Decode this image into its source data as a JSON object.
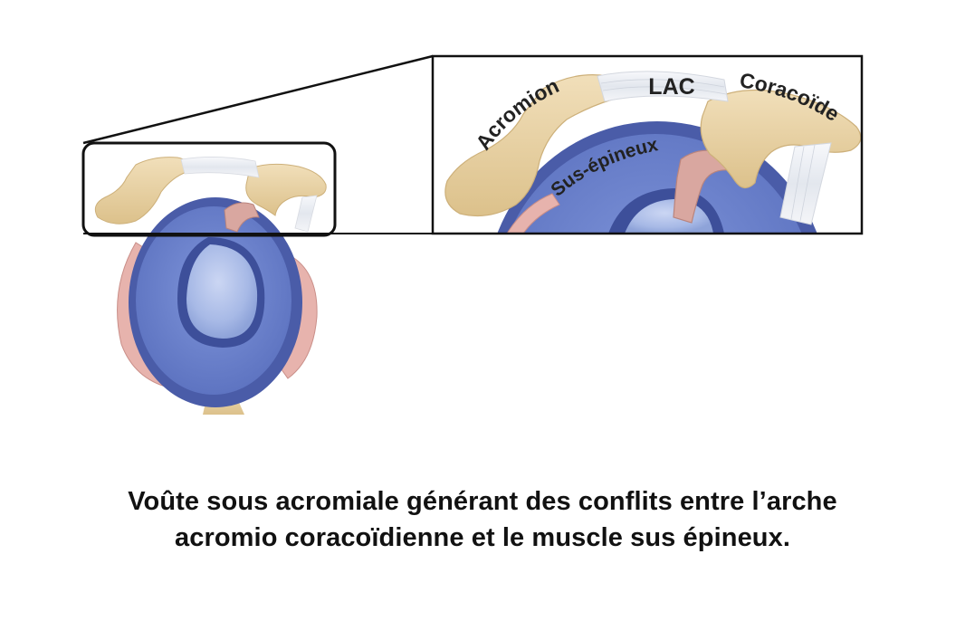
{
  "labels": {
    "acromion": "Acromion",
    "lac": "LAC",
    "coracoide": "Coracoïde",
    "sus_epineux": "Sus-épineux"
  },
  "caption": {
    "line1": "Voûte sous acromiale générant des conflits entre l’arche",
    "line2": "acromio coracoïdienne et le muscle sus épineux."
  },
  "colors": {
    "bone": "#e9d3a6",
    "bone_dark": "#cdb07a",
    "ligament": "#eef0f4",
    "glenoid_blue": "#6f86cf",
    "glenoid_dark": "#3d4f9a",
    "labrum_pink": "#e7b3ad",
    "tendon_pink": "#d9a7a0",
    "cartilage": "#a7b9e6"
  }
}
